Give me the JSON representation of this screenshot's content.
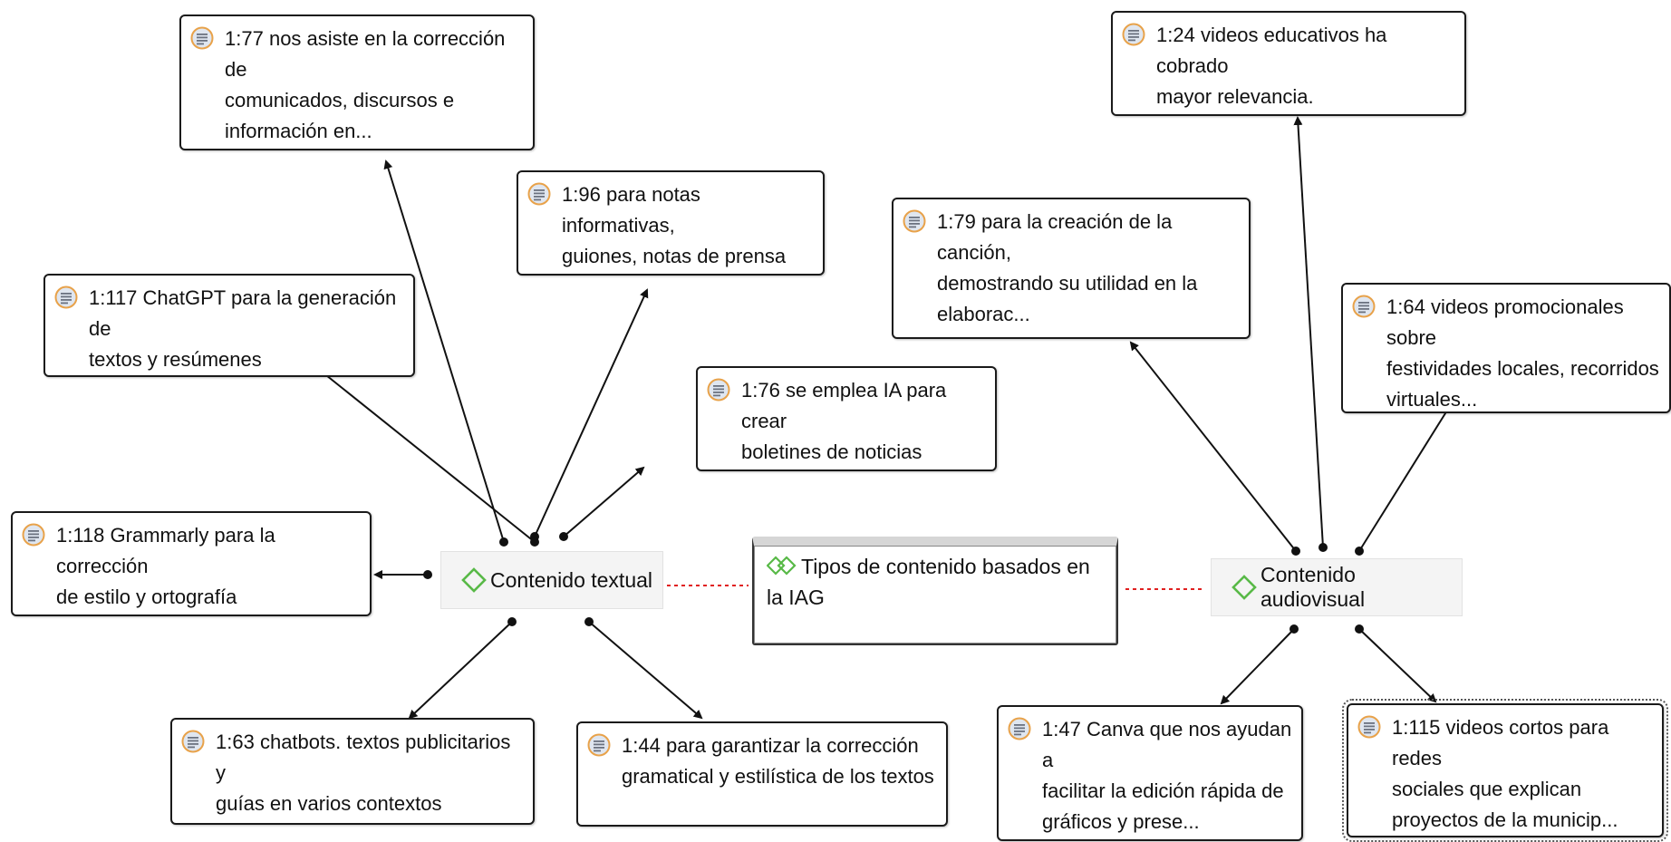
{
  "root": {
    "label": "Tipos de contenido basados en la IAG"
  },
  "codes": {
    "textual": "Contenido textual",
    "audiovisual": "Contenido audiovisual"
  },
  "quotes": {
    "q77": {
      "id": "1:77",
      "lines": [
        "nos asiste en la corrección de",
        "comunicados, discursos e",
        "información en..."
      ]
    },
    "q96": {
      "id": "1:96",
      "lines": [
        "para notas informativas,",
        "guiones, notas de prensa"
      ]
    },
    "q117": {
      "id": "1:117",
      "lines": [
        "ChatGPT para la generación de",
        "textos y resúmenes"
      ]
    },
    "q76": {
      "id": "1:76",
      "lines": [
        "se emplea IA para crear",
        "boletines de noticias"
      ]
    },
    "q118": {
      "id": "1:118",
      "lines": [
        "Grammarly para la corrección",
        "de estilo y ortografía"
      ]
    },
    "q63": {
      "id": "1:63",
      "lines": [
        "chatbots. textos publicitarios y",
        "guías en varios contextos"
      ]
    },
    "q44": {
      "id": "1:44",
      "lines": [
        "para garantizar la corrección",
        "gramatical y estilística de los textos"
      ]
    },
    "q24": {
      "id": "1:24",
      "lines": [
        "videos educativos ha cobrado",
        "mayor relevancia."
      ]
    },
    "q79": {
      "id": "1:79",
      "lines": [
        "para la creación de la canción,",
        "demostrando su utilidad en la",
        "elaborac..."
      ]
    },
    "q64": {
      "id": "1:64",
      "lines": [
        "videos promocionales sobre",
        "festividades locales, recorridos",
        "virtuales..."
      ]
    },
    "q47": {
      "id": "1:47",
      "lines": [
        "Canva que nos ayudan a",
        "facilitar la edición rápida de",
        "gráficos y prese..."
      ]
    },
    "q115": {
      "id": "1:115",
      "lines": [
        "videos cortos para redes",
        "sociales que explican",
        "proyectos de la municip..."
      ]
    }
  },
  "colors": {
    "quote_icon_ring": "#e8a24a",
    "quote_icon_fill": "#dfe6f0",
    "code_icon": "#58b947",
    "link_line": "#111111",
    "relation_line": "#e02020"
  },
  "icons": {
    "quote": "document-quotation-icon",
    "code": "green-diamond-icon",
    "root": "double-diamond-icon"
  }
}
